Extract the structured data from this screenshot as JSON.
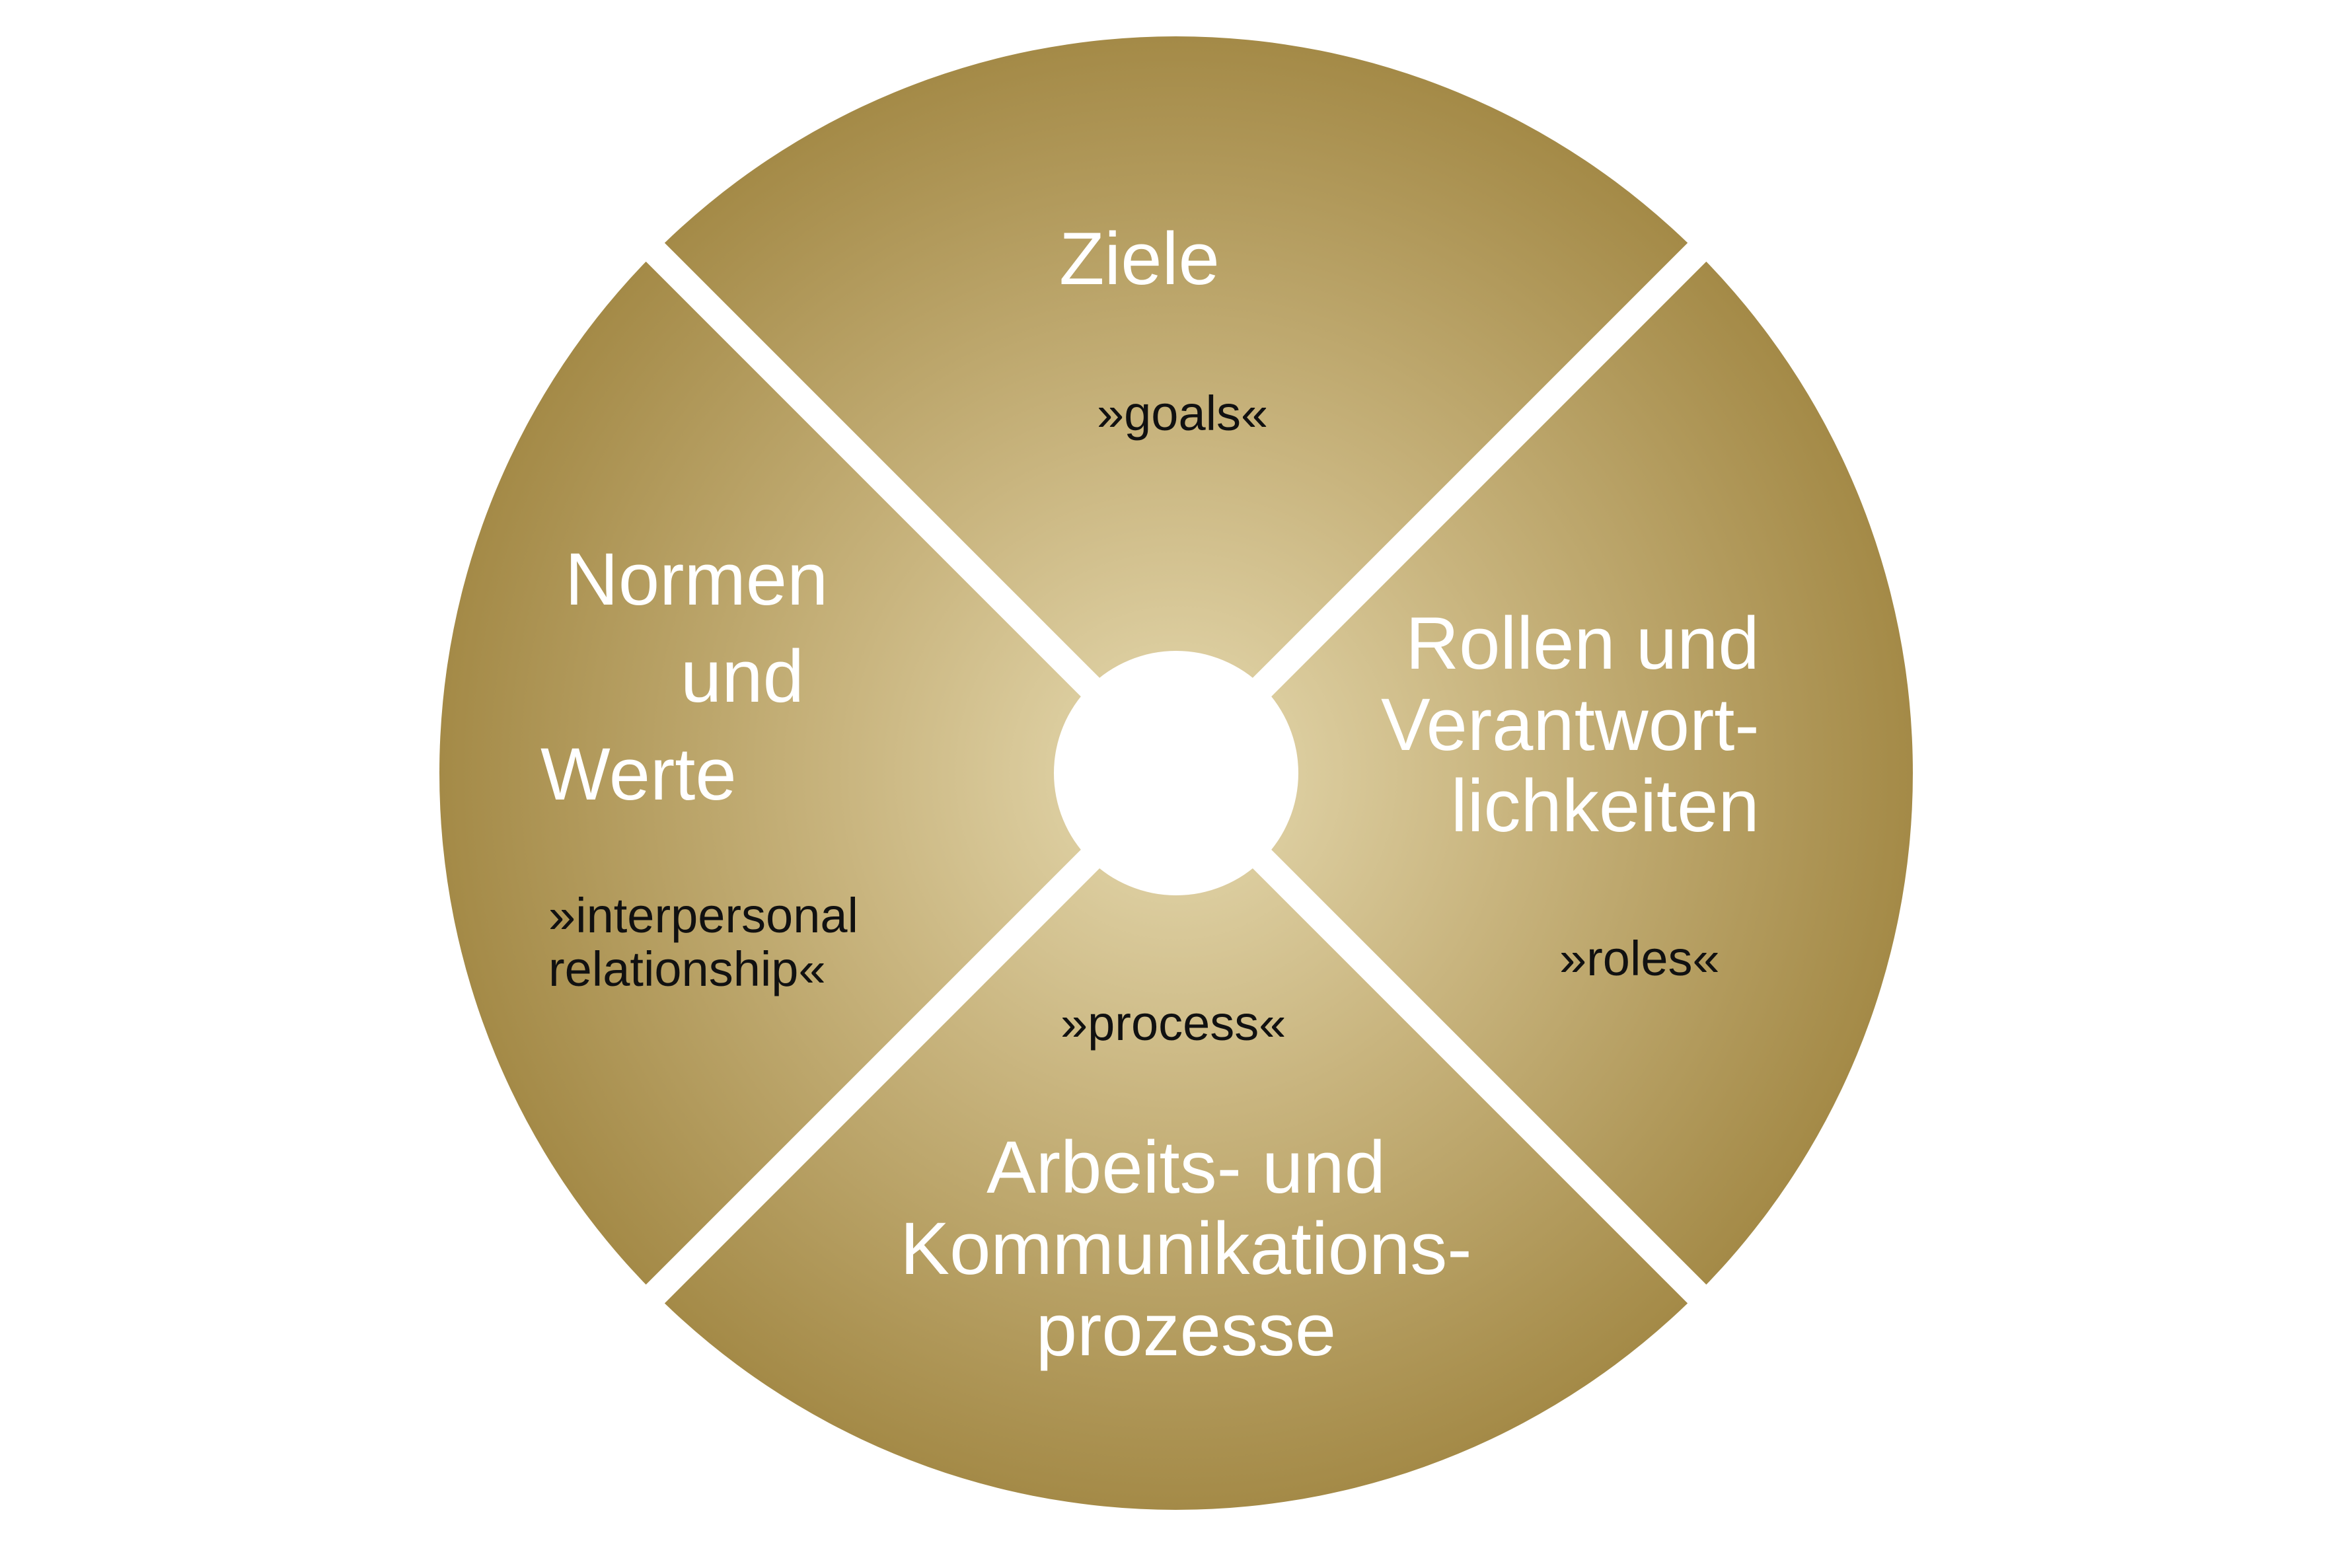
{
  "colors": {
    "segment_center": "#e6dab0",
    "segment_edge": "#a48a47",
    "separator": "#ffffff",
    "main_text": "#ffffff",
    "sub_text": "#111111"
  },
  "segments": {
    "top": {
      "title": "Ziele",
      "subtitle": "»goals«"
    },
    "right": {
      "title_lines": [
        "Rollen und",
        "Verantwort-",
        "lichkeiten"
      ],
      "subtitle": "»roles«"
    },
    "bottom": {
      "title_lines": [
        "Arbeits- und",
        "Kommunikations-",
        "prozesse"
      ],
      "subtitle": "»process«"
    },
    "left": {
      "title_lines": [
        "Normen",
        "und",
        "Werte"
      ],
      "subtitle_lines": [
        "»interpersonal",
        "relationship«"
      ]
    }
  }
}
